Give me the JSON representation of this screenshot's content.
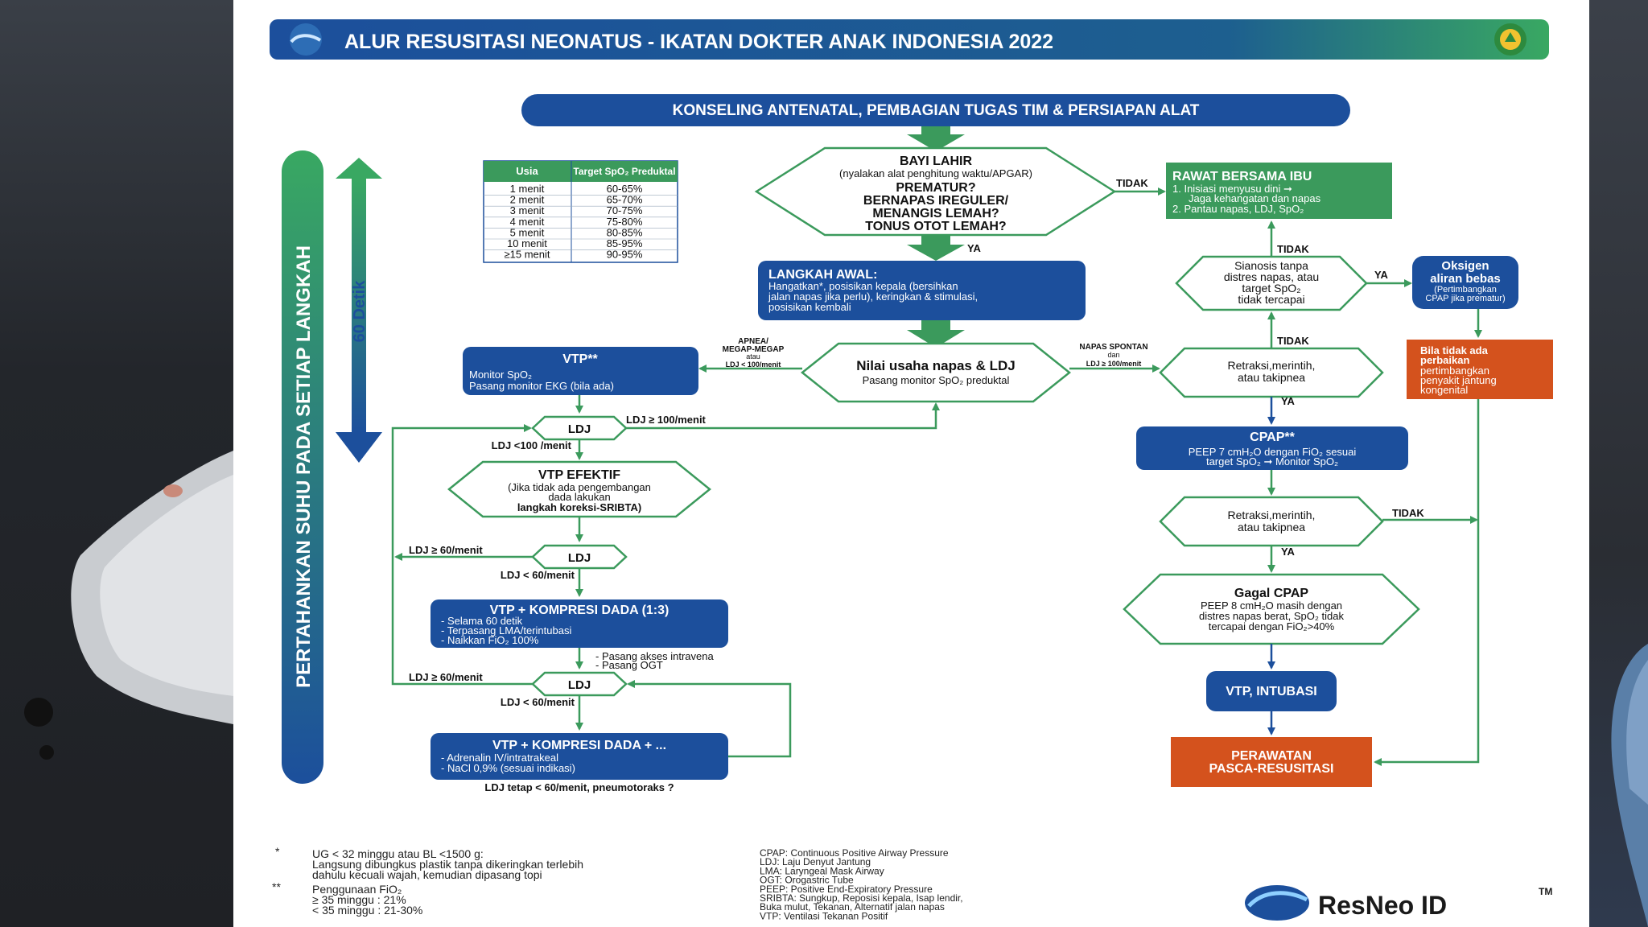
{
  "header": {
    "title": "ALUR RESUSITASI NEONATUS - IKATAN DOKTER ANAK INDONESIA 2022"
  },
  "top_bar": "KONSELING ANTENATAL, PEMBAGIAN TUGAS TIM & PERSIAPAN ALAT",
  "side": {
    "temp": "PERTAHANKAN SUHU PADA SETIAP LANGKAH",
    "seconds": "60 Detik"
  },
  "spo2_table": {
    "headers": [
      "Usia",
      "Target SpO₂ Preduktal"
    ],
    "rows": [
      [
        "1 menit",
        "60-65%"
      ],
      [
        "2 menit",
        "65-70%"
      ],
      [
        "3 menit",
        "70-75%"
      ],
      [
        "4 menit",
        "75-80%"
      ],
      [
        "5 menit",
        "80-85%"
      ],
      [
        "10 menit",
        "85-95%"
      ],
      [
        "≥15 menit",
        "90-95%"
      ]
    ]
  },
  "bayi": {
    "title": "BAYI LAHIR",
    "sub": "(nyalakan alat penghitung waktu/APGAR)",
    "q1": "PREMATUR?",
    "q2": "BERNAPAS IREGULER/",
    "q3": "MENANGIS LEMAH?",
    "q4": "TONUS OTOT LEMAH?"
  },
  "labels": {
    "tidak": "TIDAK",
    "ya": "YA",
    "apnea1": "APNEA/",
    "apnea2": "MEGAP-MEGAP",
    "atau": "atau",
    "ldj_lt100": "LDJ < 100/menit",
    "napas1": "NAPAS SPONTAN",
    "napas2": "dan",
    "napas3": "LDJ ≥ 100/menit",
    "ldj_ge100": "LDJ ≥ 100/menit",
    "ldj_lt100b": "LDJ <100 /menit",
    "ldj_ge60": "LDJ ≥ 60/menit",
    "ldj_lt60": "LDJ < 60/menit",
    "akses1": "- Pasang akses intravena",
    "akses2": "- Pasang OGT",
    "ldj_final": "LDJ tetap < 60/menit, pneumotoraks ?"
  },
  "rawat": {
    "title": "RAWAT BERSAMA IBU",
    "l1": "1. Inisiasi menyusu dini  ➞",
    "l2": "Jaga kehangatan dan napas",
    "l3": "2. Pantau napas, LDJ, SpO₂"
  },
  "langkah": {
    "title": "LANGKAH AWAL:",
    "l1": "Hangatkan*, posisikan kepala (bersihkan",
    "l2": "jalan napas jika perlu), keringkan & stimulasi,",
    "l3": "posisikan kembali"
  },
  "nilai": {
    "title": "Nilai usaha napas & LDJ",
    "sub": "Pasang monitor SpO₂ preduktal"
  },
  "vtp": {
    "title": "VTP**",
    "l1": "Monitor SpO₂",
    "l2": "Pasang monitor EKG (bila ada)"
  },
  "ldj": "LDJ",
  "vtp_efektif": {
    "title": "VTP EFEKTIF",
    "l1": "(Jika tidak ada pengembangan",
    "l2": "dada lakukan",
    "l3": "langkah koreksi-SRIBTA)"
  },
  "kompresi": {
    "title": "VTP + KOMPRESI DADA (1:3)",
    "l1": "- Selama 60 detik",
    "l2": "- Terpasang LMA/terintubasi",
    "l3": "- Naikkan FiO₂ 100%"
  },
  "kompresi2": {
    "title": "VTP + KOMPRESI DADA + ...",
    "l1": "- Adrenalin IV/intratrakeal",
    "l2": "- NaCl 0,9% (sesuai indikasi)"
  },
  "sianosis": {
    "l1": "Sianosis tanpa",
    "l2": "distres napas, atau",
    "l3": "target SpO₂",
    "l4": "tidak tercapai"
  },
  "oksigen": {
    "title1": "Oksigen",
    "title2": "aliran bebas",
    "l1": "(Pertimbangkan",
    "l2": "CPAP jika prematur)"
  },
  "retraksi": {
    "l1": "Retraksi,merintih,",
    "l2": "atau takipnea"
  },
  "bila": {
    "l1": "Bila tidak ada",
    "l2": "perbaikan",
    "l3": "pertimbangkan",
    "l4": "penyakit jantung",
    "l5": "kongenital"
  },
  "cpap": {
    "title": "CPAP**",
    "l1": "PEEP 7 cmH₂O dengan FiO₂ sesuai",
    "l2": "target SpO₂ ➞ Monitor SpO₂"
  },
  "gagal": {
    "title": "Gagal CPAP",
    "l1": "PEEP 8 cmH₂O masih dengan",
    "l2": "distres napas berat, SpO₂ tidak",
    "l3": "tercapai dengan FiO₂>40%"
  },
  "intubasi": "VTP, INTUBASI",
  "perawatan": {
    "l1": "PERAWATAN",
    "l2": "PASCA-RESUSITASI"
  },
  "notes": {
    "s1": "*",
    "n1": "UG < 32 minggu atau BL <1500 g:",
    "n2": "Langsung dibungkus plastik tanpa dikeringkan terlebih",
    "n3": "dahulu kecuali wajah, kemudian dipasang topi",
    "s2": "**",
    "n4": "Penggunaan FiO₂",
    "n5": "≥ 35 minggu : 21%",
    "n6": "< 35 minggu : 21-30%"
  },
  "abbr": [
    "CPAP: Continuous Positive Airway Pressure",
    "LDJ: Laju Denyut Jantung",
    "LMA: Laryngeal Mask Airway",
    "OGT: Orogastric Tube",
    "PEEP: Positive End-Expiratory Pressure",
    "SRIBTA: Sungkup, Reposisi kepala, Isap lendir,",
    "Buka mulut, Tekanan, Alternatif jalan napas",
    "VTP: Ventilasi Tekanan Positif"
  ],
  "brand": {
    "name": "ResNeo ID",
    "tm": "TM"
  },
  "colors": {
    "navy": "#1c4f9c",
    "green": "#2f9a55",
    "orange": "#d4521d",
    "header_start": "#1c4f9c",
    "header_end": "#39a862"
  }
}
